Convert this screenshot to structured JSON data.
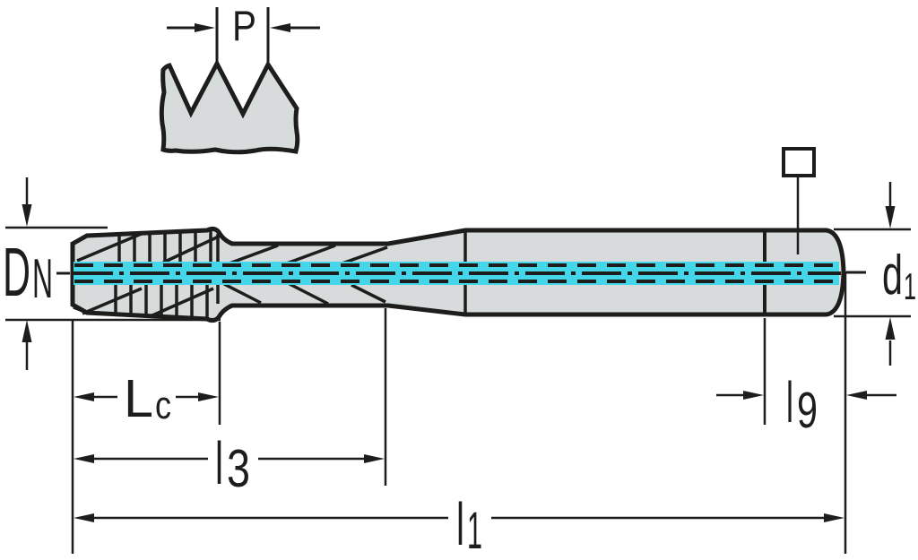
{
  "figure": {
    "type": "technical-drawing",
    "subject": "Machine tap side view with dimension callouts and thread pitch detail",
    "labels": {
      "pitch": {
        "main": "P"
      },
      "nominal_diameter": {
        "main": "D",
        "sub": "N"
      },
      "shank_diameter": {
        "main": "d",
        "sub": "1"
      },
      "chamfer_length": {
        "main": "L",
        "sub": "c"
      },
      "flute_length": {
        "main": "l",
        "sub": "3"
      },
      "overall_length": {
        "main": "l",
        "sub": "1"
      },
      "square_length": {
        "main": "l",
        "sub": "9"
      }
    },
    "symbols": {
      "square_drive": "square-outline"
    },
    "colors": {
      "line": "#1d1d1b",
      "body_fill": "#d7dbdc",
      "coolant_highlight": "#45d6ea",
      "background": "#ffffff"
    }
  }
}
